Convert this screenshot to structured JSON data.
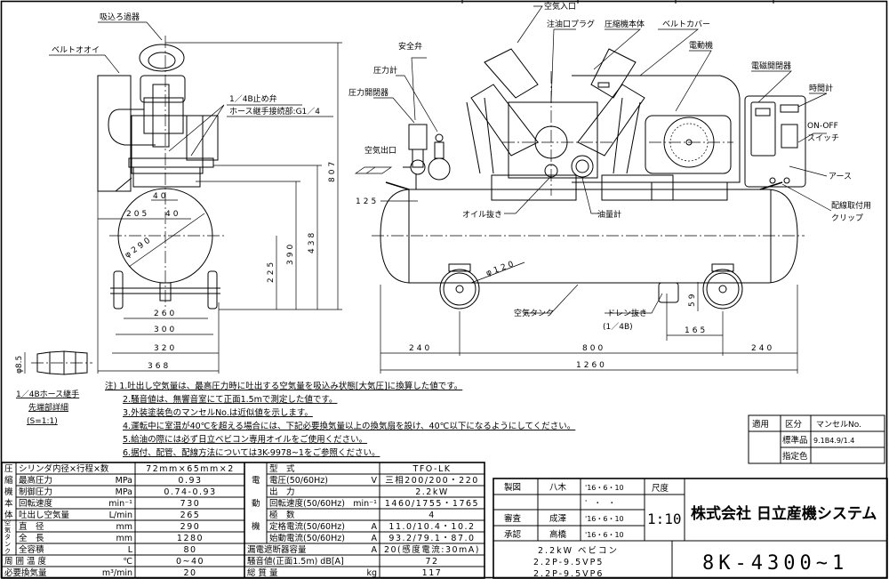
{
  "side_view": {
    "labels": {
      "intake_filter": "吸込ろ過器",
      "belt_cover": "ベルトオオイ",
      "stop_valve": "1／4B止め弁",
      "hose_connection": "ホース継手接続部:G1／4"
    },
    "dimensions": {
      "d807": "807",
      "d438": "438",
      "d390": "390",
      "d225": "225",
      "d40a": "40",
      "d205": "205",
      "d40b": "40",
      "d290": "φ290",
      "d260": "260",
      "d300": "300",
      "d320": "320",
      "d368": "368"
    }
  },
  "hose_detail": {
    "dim": "φ8.5",
    "title": "1／4Bホース継手",
    "subtitle": "先端部詳細",
    "scale": "(S=1:1)"
  },
  "front_view": {
    "labels": {
      "air_inlet": "空気入口",
      "oil_plug": "注油口プラグ",
      "compressor_body": "圧縮機本体",
      "belt_cover": "ベルトカバー",
      "motor": "電動機",
      "safety_valve": "安全弁",
      "pressure_gauge": "圧力計",
      "pressure_switch": "圧力開閉器",
      "magnetic_switch": "電磁開閉器",
      "hour_meter": "時間計",
      "on_off": "ON-OFF",
      "switch": "スイッチ",
      "air_outlet": "空気出口",
      "earth": "アース",
      "oil_drain": "オイル抜き",
      "oil_gauge": "油量計",
      "wiring_clip_1": "配線取付用",
      "wiring_clip_2": "クリップ",
      "air_tank": "空気タンク",
      "drain_1": "ドレン抜き",
      "drain_2": "(1／4B)"
    },
    "dimensions": {
      "d125": "125",
      "d120": "φ120",
      "d59": "59",
      "d165": "165",
      "d240a": "240",
      "d800": "800",
      "d240b": "240",
      "d1260": "1260"
    }
  },
  "notes": [
    "注) 1.吐出し空気量は、最高圧力時に吐出する空気量を吸込み状態[大気圧]に換算した値です。",
    "2.騒音値は、無響音室にて正面1.5mで測定した値です。",
    "3.外装塗装色のマンセルNo.は近似値を示します。",
    "4.運転中に室温が40℃を超える場合には、下記必要換気量以上の換気扇を設け、40℃以下になるようにしてください。",
    "5.給油の際には必ず日立ベビコン専用オイルをご使用ください。",
    "6.据付、配管、配線方法については3K-9978~1をご参照ください。"
  ],
  "color_table": {
    "headers": [
      "適用",
      "区分",
      "マンセルNo."
    ],
    "rows": [
      [
        "",
        "標準品",
        "9.1B4.9/1.4"
      ],
      [
        "",
        "指定色",
        ""
      ]
    ]
  },
  "spec_compressor": {
    "groups": [
      "圧縮機本体",
      "空気タンク"
    ],
    "group_chars_1": [
      "圧",
      "縮",
      "機",
      "本",
      "体"
    ],
    "group_chars_2": [
      "空",
      "気",
      "タ",
      "ン",
      "ク"
    ],
    "rows": [
      {
        "item": "シリンダ内径×行程×数",
        "unit": "",
        "value": "72mm×65mm×2"
      },
      {
        "item": "最高圧力",
        "unit": "MPa",
        "value": "0.93"
      },
      {
        "item": "制御圧力",
        "unit": "MPa",
        "value": "0.74-0.93"
      },
      {
        "item": "回転速度",
        "unit": "min⁻¹",
        "value": "730"
      },
      {
        "item": "吐出し空気量",
        "unit": "L/min",
        "value": "265"
      },
      {
        "item": "直　径",
        "unit": "mm",
        "value": "290"
      },
      {
        "item": "全　長",
        "unit": "mm",
        "value": "1280"
      },
      {
        "item": "全容積",
        "unit": "L",
        "value": "80"
      },
      {
        "item": "周 囲 温 度",
        "unit": "℃",
        "value": "0~40"
      },
      {
        "item": "必要換気量",
        "unit": "m³/min",
        "value": "20"
      }
    ]
  },
  "spec_motor": {
    "group_chars": [
      "電",
      "動",
      "機"
    ],
    "rows": [
      {
        "item": "型　式",
        "unit": "",
        "value": "TFO-LK"
      },
      {
        "item": "電圧(50/60Hz)",
        "unit": "V",
        "value": "三相200/200・220"
      },
      {
        "item": "出　力",
        "unit": "",
        "value": "2.2kW"
      },
      {
        "item": "回転速度(50/60Hz)",
        "unit": "min⁻¹",
        "value": "1460/1755・1765"
      },
      {
        "item": "極　数",
        "unit": "",
        "value": "4"
      },
      {
        "item": "定格電流(50/60Hz)",
        "unit": "A",
        "value": "11.0/10.4・10.2"
      },
      {
        "item": "始動電流(50/60Hz)",
        "unit": "A",
        "value": "93.2/79.1・87.0"
      },
      {
        "item": "漏電遮断器容量",
        "unit": "A",
        "value": "20(感度電流:30mA)"
      },
      {
        "item": "騒音値(正面1.5m) dB[A]",
        "unit": "",
        "value": "72"
      },
      {
        "item": "総 質 量",
        "unit": "kg",
        "value": "117"
      }
    ]
  },
  "title_block": {
    "rows": [
      {
        "role": "製図",
        "name": "八木",
        "date": "'16・6・10"
      },
      {
        "role": "",
        "name": "",
        "date": "'　・　・"
      },
      {
        "role": "審査",
        "name": "成澤",
        "date": "'16・6・10"
      },
      {
        "role": "承認",
        "name": "高橋",
        "date": "'16・6・10"
      }
    ],
    "scale_label": "尺度",
    "scale": "1:10",
    "company": "株式会社 日立産機システム",
    "product_lines": [
      "2.2kW ベビコン",
      "2.2P-9.5VP5",
      "2.2P-9.5VP6"
    ],
    "drawing_number": "8K-4300~1"
  }
}
